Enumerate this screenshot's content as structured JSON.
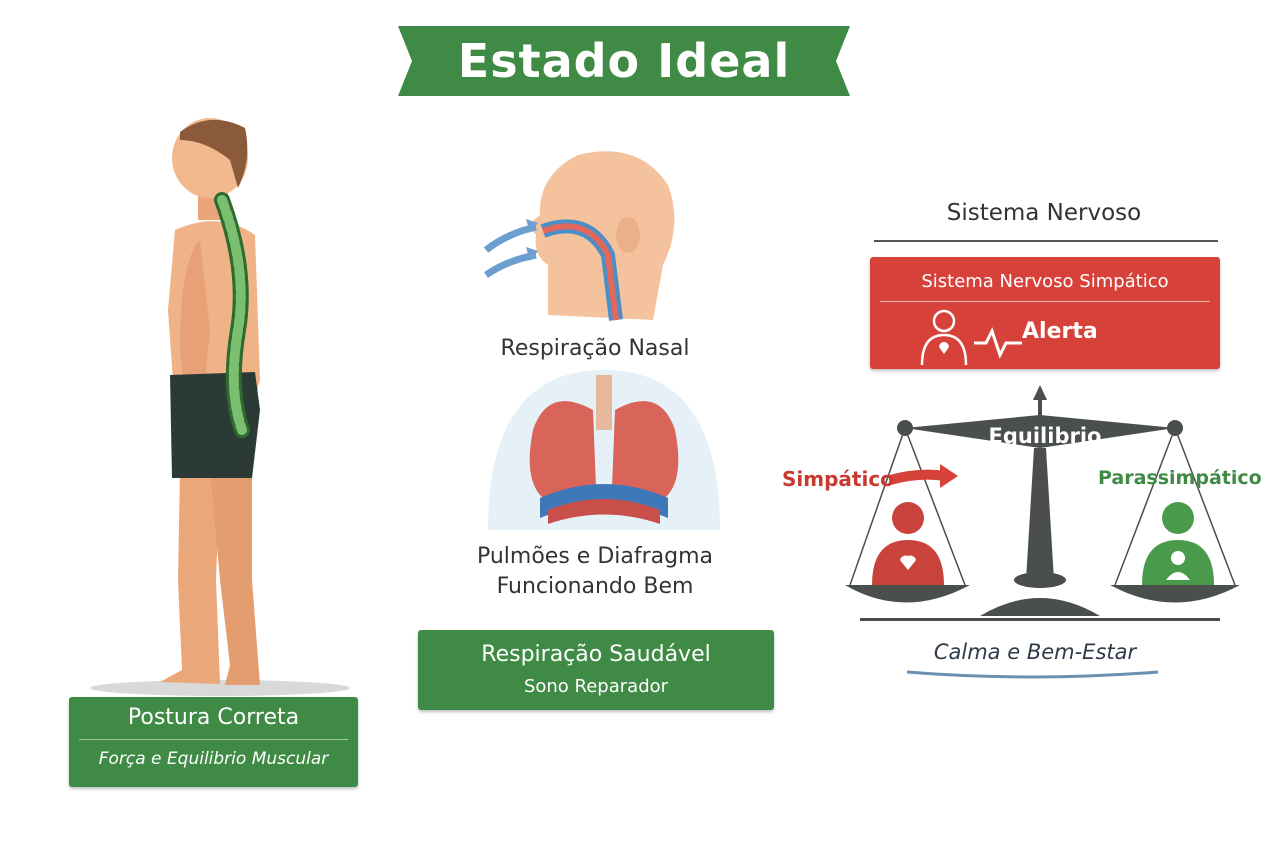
{
  "title": "Estado Ideal",
  "posture": {
    "title": "Postura Correta",
    "subtitle": "Força e Equilibrio Muscular"
  },
  "breathing": {
    "nasal_label": "Respiração Nasal",
    "lungs_line1": "Pulmões e Diafragma",
    "lungs_line2": "Funcionando Bem",
    "box_title": "Respiração Saudável",
    "box_subtitle": "Sono Reparador"
  },
  "nervous": {
    "heading": "Sistema Nervoso",
    "sympathetic_title": "Sistema Nervoso Simpático",
    "alert_label": "Alerta",
    "balance_label": "Equilibrio",
    "left_label": "Simpático",
    "right_label": "Parassimpático",
    "footer": "Calma e Bem-Estar"
  },
  "colors": {
    "green": "#3f8a45",
    "red": "#d6423a",
    "scale": "#4a4f4c"
  }
}
